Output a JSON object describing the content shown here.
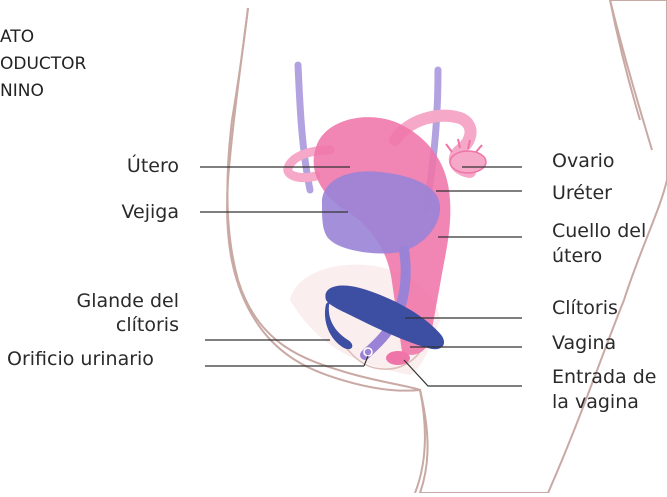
{
  "title_lines": [
    "ATO",
    "ODUCTOR",
    "NINO"
  ],
  "labels": {
    "utero": "Útero",
    "vejiga": "Vejiga",
    "glande": [
      "Glande del",
      "clítoris"
    ],
    "orificio": "Orificio urinario",
    "ovario": "Ovario",
    "ureter": "Uréter",
    "cuello": [
      "Cuello del",
      "útero"
    ],
    "clitoris": "Clítoris",
    "vagina": "Vagina",
    "entrada": [
      "Entrada de",
      "la vagina"
    ]
  },
  "colors": {
    "skin_outline": "#c9a9a4",
    "skin_fill": "#fbeeee",
    "uterus": "#ef74a8",
    "uterus_light": "#f6a8c8",
    "bladder": "#9a83d6",
    "ureter": "#b2a3e0",
    "clitoris": "#3d4fa3",
    "leader": "#333333"
  }
}
